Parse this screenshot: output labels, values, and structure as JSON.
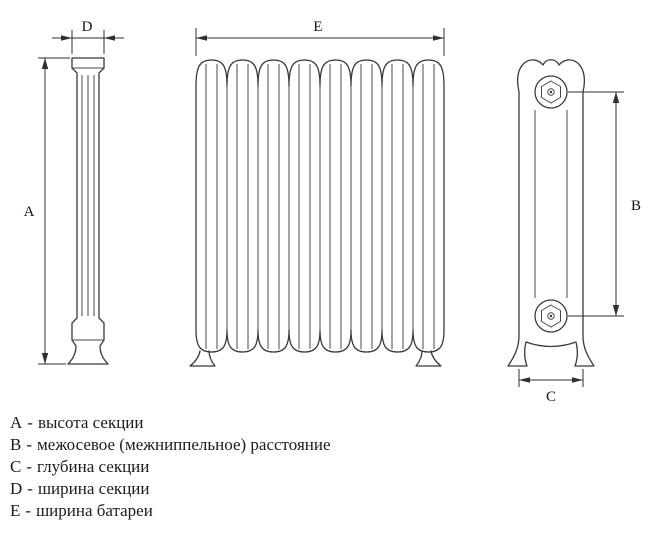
{
  "figure": {
    "title": "radiator-dimensions-diagram",
    "dimension_labels": {
      "A": "A",
      "B": "B",
      "C": "C",
      "D": "D",
      "E": "E"
    }
  },
  "legend": {
    "separator": "-",
    "items": [
      {
        "letter": "A",
        "text": "высота секции"
      },
      {
        "letter": "B",
        "text": "межосевое (межниппельное) расстояние"
      },
      {
        "letter": "C",
        "text": "глубина секции"
      },
      {
        "letter": "D",
        "text": "ширина секции"
      },
      {
        "letter": "E",
        "text": "ширина батареи"
      }
    ]
  }
}
